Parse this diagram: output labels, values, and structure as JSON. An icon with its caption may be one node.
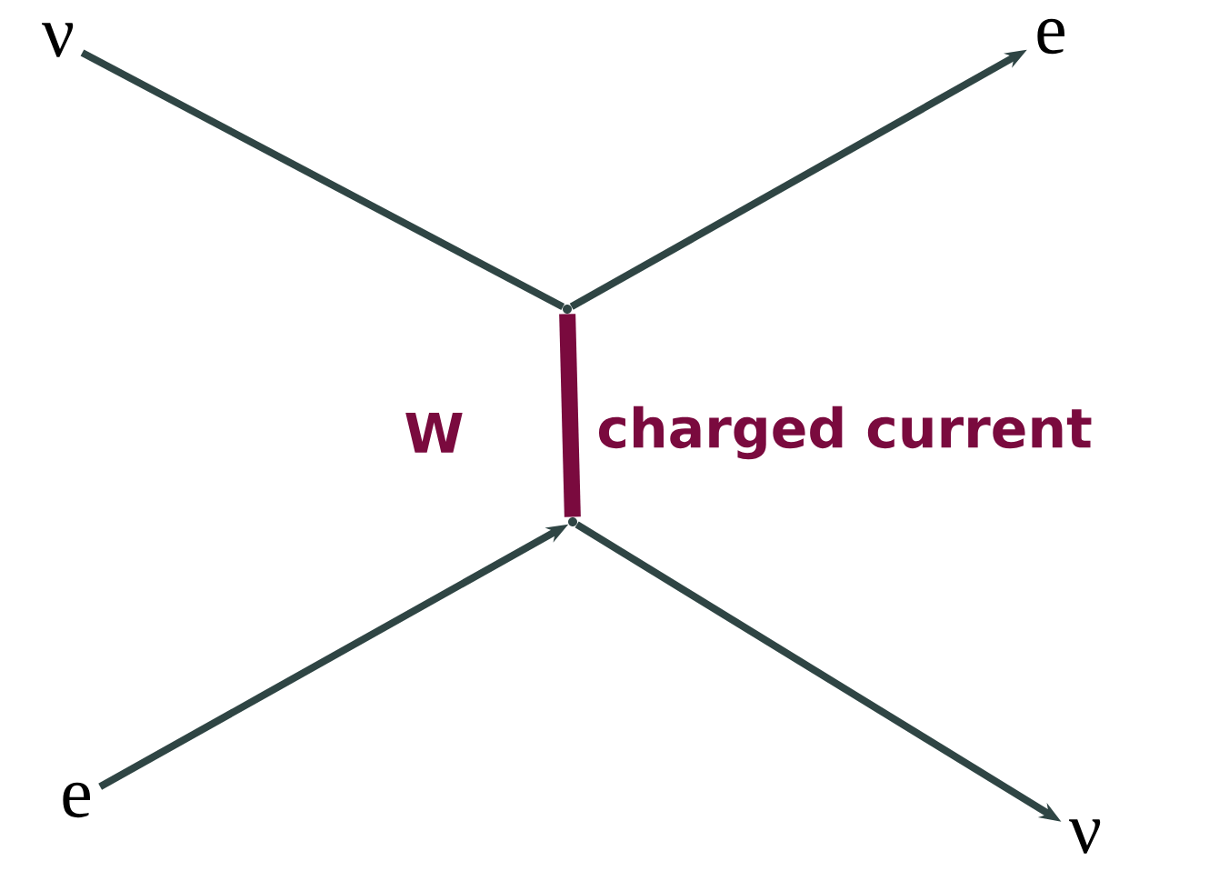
{
  "diagram": {
    "nodes": [
      {
        "text": [
          "ν"
        ]
      },
      {
        "text": [
          "e"
        ]
      },
      {
        "text": [],
        "shape": "circle"
      },
      {
        "text": [],
        "shape": "circle"
      },
      {
        "text": [
          "e"
        ]
      },
      {
        "text": [
          "ν"
        ]
      }
    ],
    "edges": [
      {
        "from": 0,
        "to": 2,
        "arrow": "none"
      },
      {
        "from": 2,
        "to": 1,
        "arrow": "to"
      },
      {
        "from": 2,
        "to": 3,
        "arrow": "none",
        "style": "thick",
        "color": "#7a0a3e"
      },
      {
        "from": 4,
        "to": 3,
        "arrow": "to"
      },
      {
        "from": 3,
        "to": 5,
        "arrow": "to"
      }
    ],
    "labels": [
      "W",
      "charged current"
    ]
  }
}
